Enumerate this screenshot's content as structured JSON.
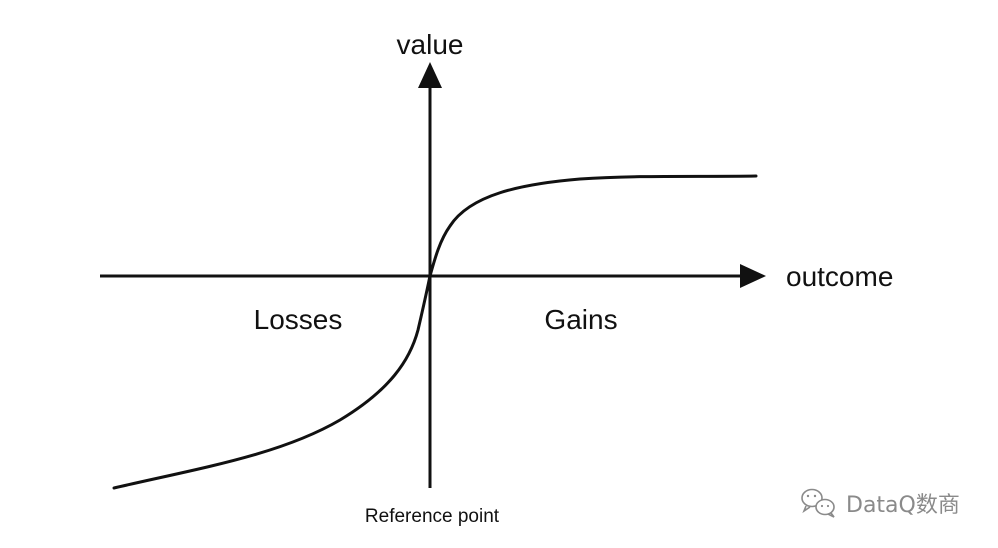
{
  "diagram": {
    "y_axis_label": "value",
    "x_axis_label": "outcome",
    "left_region_label": "Losses",
    "right_region_label": "Gains",
    "origin_label": "Reference point"
  },
  "watermark": {
    "text": "DataQ数商",
    "icon": "wechat-icon"
  },
  "colors": {
    "line": "#111111",
    "watermark": "#8a8a8a"
  }
}
